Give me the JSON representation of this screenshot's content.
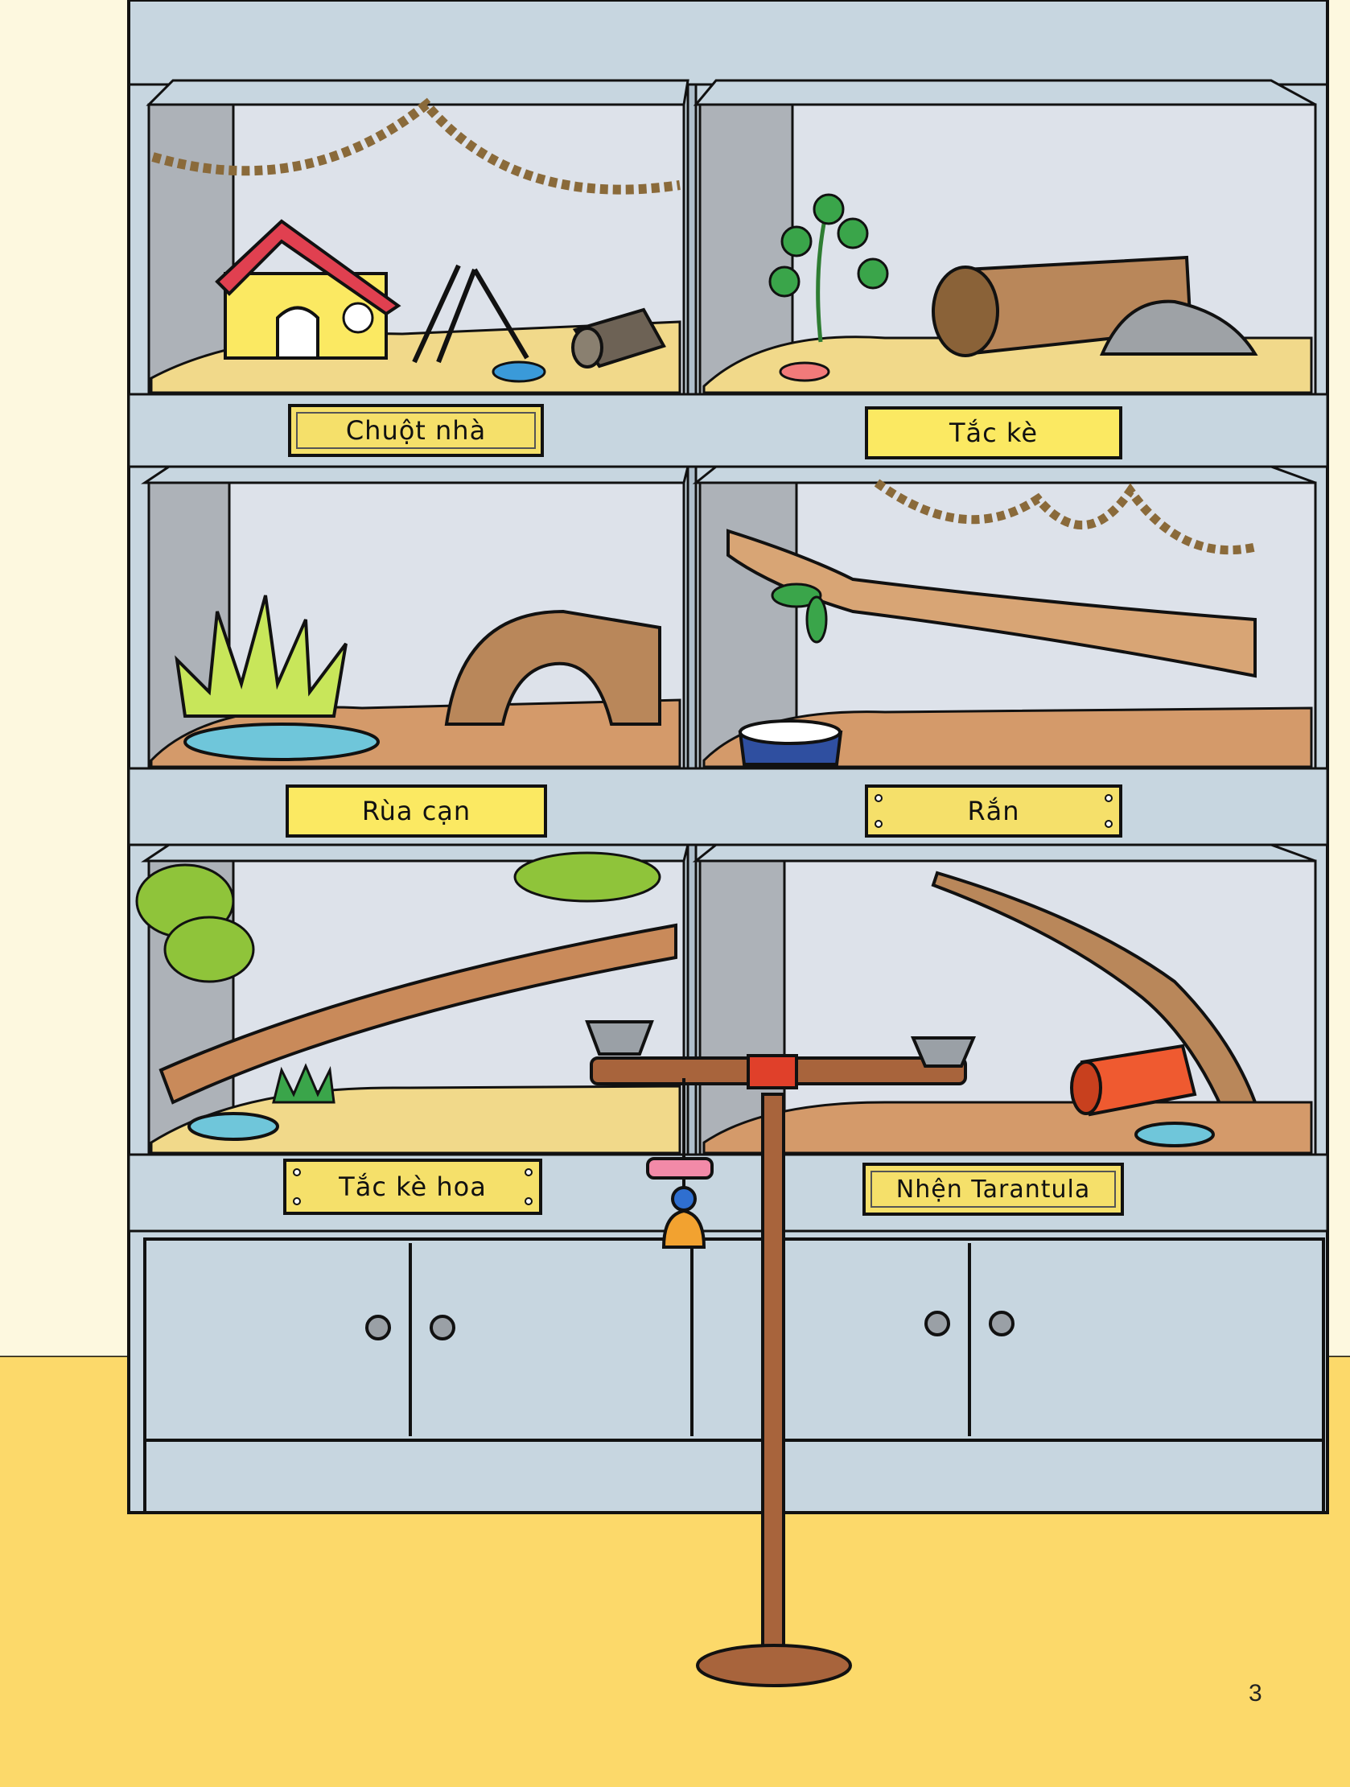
{
  "colors": {
    "wall": "#fdf8df",
    "floor": "#fcd96a",
    "cabinet": "#c7d6e0",
    "cabinet_dark": "#aebfcc",
    "glass_bg": "#dde2ea",
    "post": "#adb2b8",
    "sand": "#f1d98a",
    "soil": "#d49a6a",
    "wood": "#b9875a",
    "label_yellow": "#fbe962",
    "label_gold": "#f5e06a",
    "outline": "#111111"
  },
  "enclosures": [
    {
      "label": "Chuột nhà",
      "icon": "hamster-house-icon"
    },
    {
      "label": "Tắc kè",
      "icon": "log-icon"
    },
    {
      "label": "Rùa cạn",
      "icon": "turtle-hide-icon"
    },
    {
      "label": "Rắn",
      "icon": "branch-icon"
    },
    {
      "label": "Tắc kè hoa",
      "icon": "leaves-icon"
    },
    {
      "label": "Nhện Tarantula",
      "icon": "tube-icon"
    }
  ],
  "page_number": "3"
}
